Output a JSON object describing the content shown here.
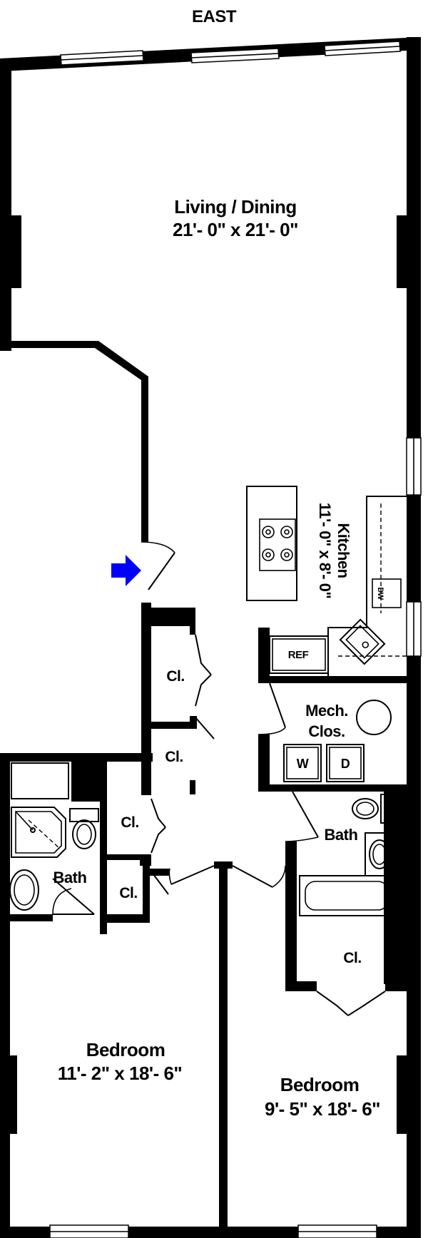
{
  "compass": {
    "label": "EAST"
  },
  "rooms": {
    "living": {
      "name": "Living / Dining",
      "size": "21'- 0\" x 21'- 0\""
    },
    "kitchen": {
      "name": "Kitchen",
      "size": "11'- 0\" x 8'- 0\""
    },
    "mech_closet": {
      "line1": "Mech.",
      "line2": "Clos."
    },
    "bath_left": {
      "name": "Bath"
    },
    "bath_right": {
      "name": "Bath"
    },
    "bedroom_left": {
      "name": "Bedroom",
      "size": "11'- 2\" x 18'- 6\""
    },
    "bedroom_right": {
      "name": "Bedroom",
      "size": "9'- 5\" x 18'- 6\""
    }
  },
  "closets": {
    "label": "Cl.",
    "upper1": "Cl.",
    "upper2": "Cl.",
    "lower1": "Cl.",
    "lower2": "Cl.",
    "right": "Cl."
  },
  "appliances": {
    "refrigerator": "REF",
    "dishwasher": "DW",
    "washer": "W",
    "dryer": "D"
  },
  "colors": {
    "wall": "#000000",
    "entry_arrow": "#0000ff",
    "background": "#ffffff"
  }
}
